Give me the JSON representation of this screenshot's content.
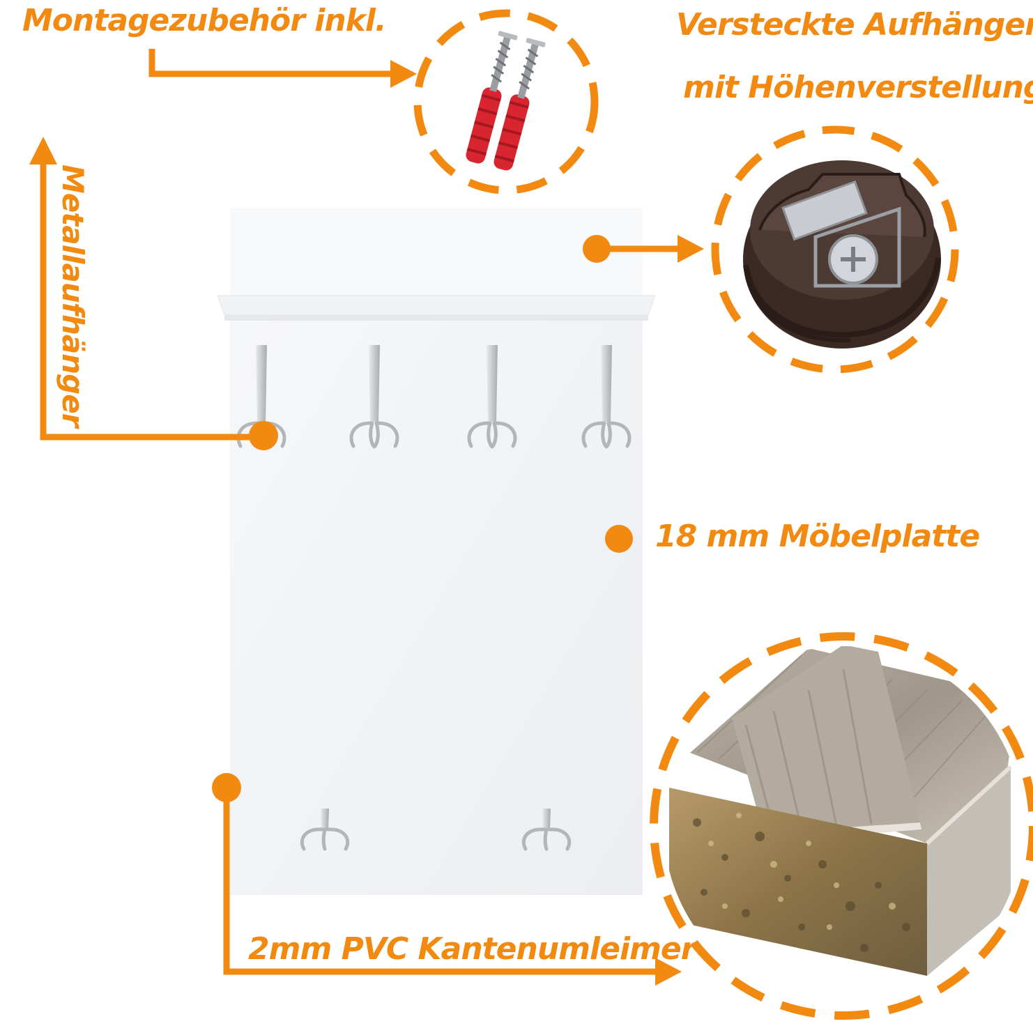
{
  "colors": {
    "accent": "#f28a12",
    "panel": "#f4f5f7",
    "background": "#ffffff"
  },
  "labels": {
    "mounting": "Montagezubehör inkl.",
    "hidden_hanger_line1": "Versteckte  Aufhänger",
    "hidden_hanger_line2": "mit Höhenverstellung",
    "metal_hooks": "Metallaufhänger",
    "board": "18 mm Möbelplatte",
    "edge": "2mm PVC Kantenumleimer"
  },
  "icons": [
    "wall-plug-icon",
    "hidden-hanger-icon",
    "board-edge-icon",
    "coat-hook-icon"
  ]
}
